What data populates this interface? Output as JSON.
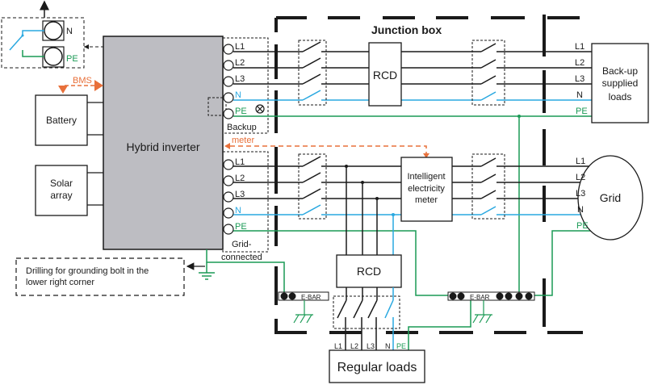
{
  "title": "Junction box",
  "colors": {
    "line": "#1a1a1a",
    "neutral": "#29a8e0",
    "earth": "#1a9a55",
    "signal": "#e8703a",
    "inverter_fill": "#bdbdc2"
  },
  "inverter": {
    "label": "Hybrid inverter"
  },
  "battery": {
    "label": "Battery"
  },
  "solar": {
    "label": "Solar array"
  },
  "solar_lines": [
    "Solar",
    "array"
  ],
  "bms_label": "BMS",
  "meter_label": "meter",
  "backup_port": {
    "caption": "Backup",
    "terminals": [
      "L1",
      "L2",
      "L3",
      "N",
      "PE"
    ]
  },
  "grid_port": {
    "caption_lines": [
      "Grid-",
      "connected"
    ],
    "terminals": [
      "L1",
      "L2",
      "L3",
      "N",
      "PE"
    ]
  },
  "relay_box": {
    "terminals": [
      "N",
      "PE"
    ]
  },
  "rcd_top": {
    "label": "RCD"
  },
  "rcd_bottom": {
    "label": "RCD"
  },
  "meter_box": {
    "lines": [
      "Intelligent",
      "electricity",
      "meter"
    ]
  },
  "backup_loads": {
    "lines": [
      "Back-up",
      "supplied",
      "loads"
    ],
    "terminals": [
      "L1",
      "L2",
      "L3",
      "N",
      "PE"
    ]
  },
  "grid": {
    "label": "Grid",
    "terminals": [
      "L1",
      "L2",
      "L3",
      "N",
      "PE"
    ]
  },
  "regular_loads": {
    "label": "Regular loads",
    "terminals": [
      "L1",
      "L2",
      "L3",
      "N",
      "PE"
    ]
  },
  "ebar_left": {
    "label": "E-BAR"
  },
  "ebar_right": {
    "label": "E-BAR"
  },
  "note": {
    "lines": [
      "Drilling for grounding bolt in the",
      "lower right corner"
    ]
  }
}
